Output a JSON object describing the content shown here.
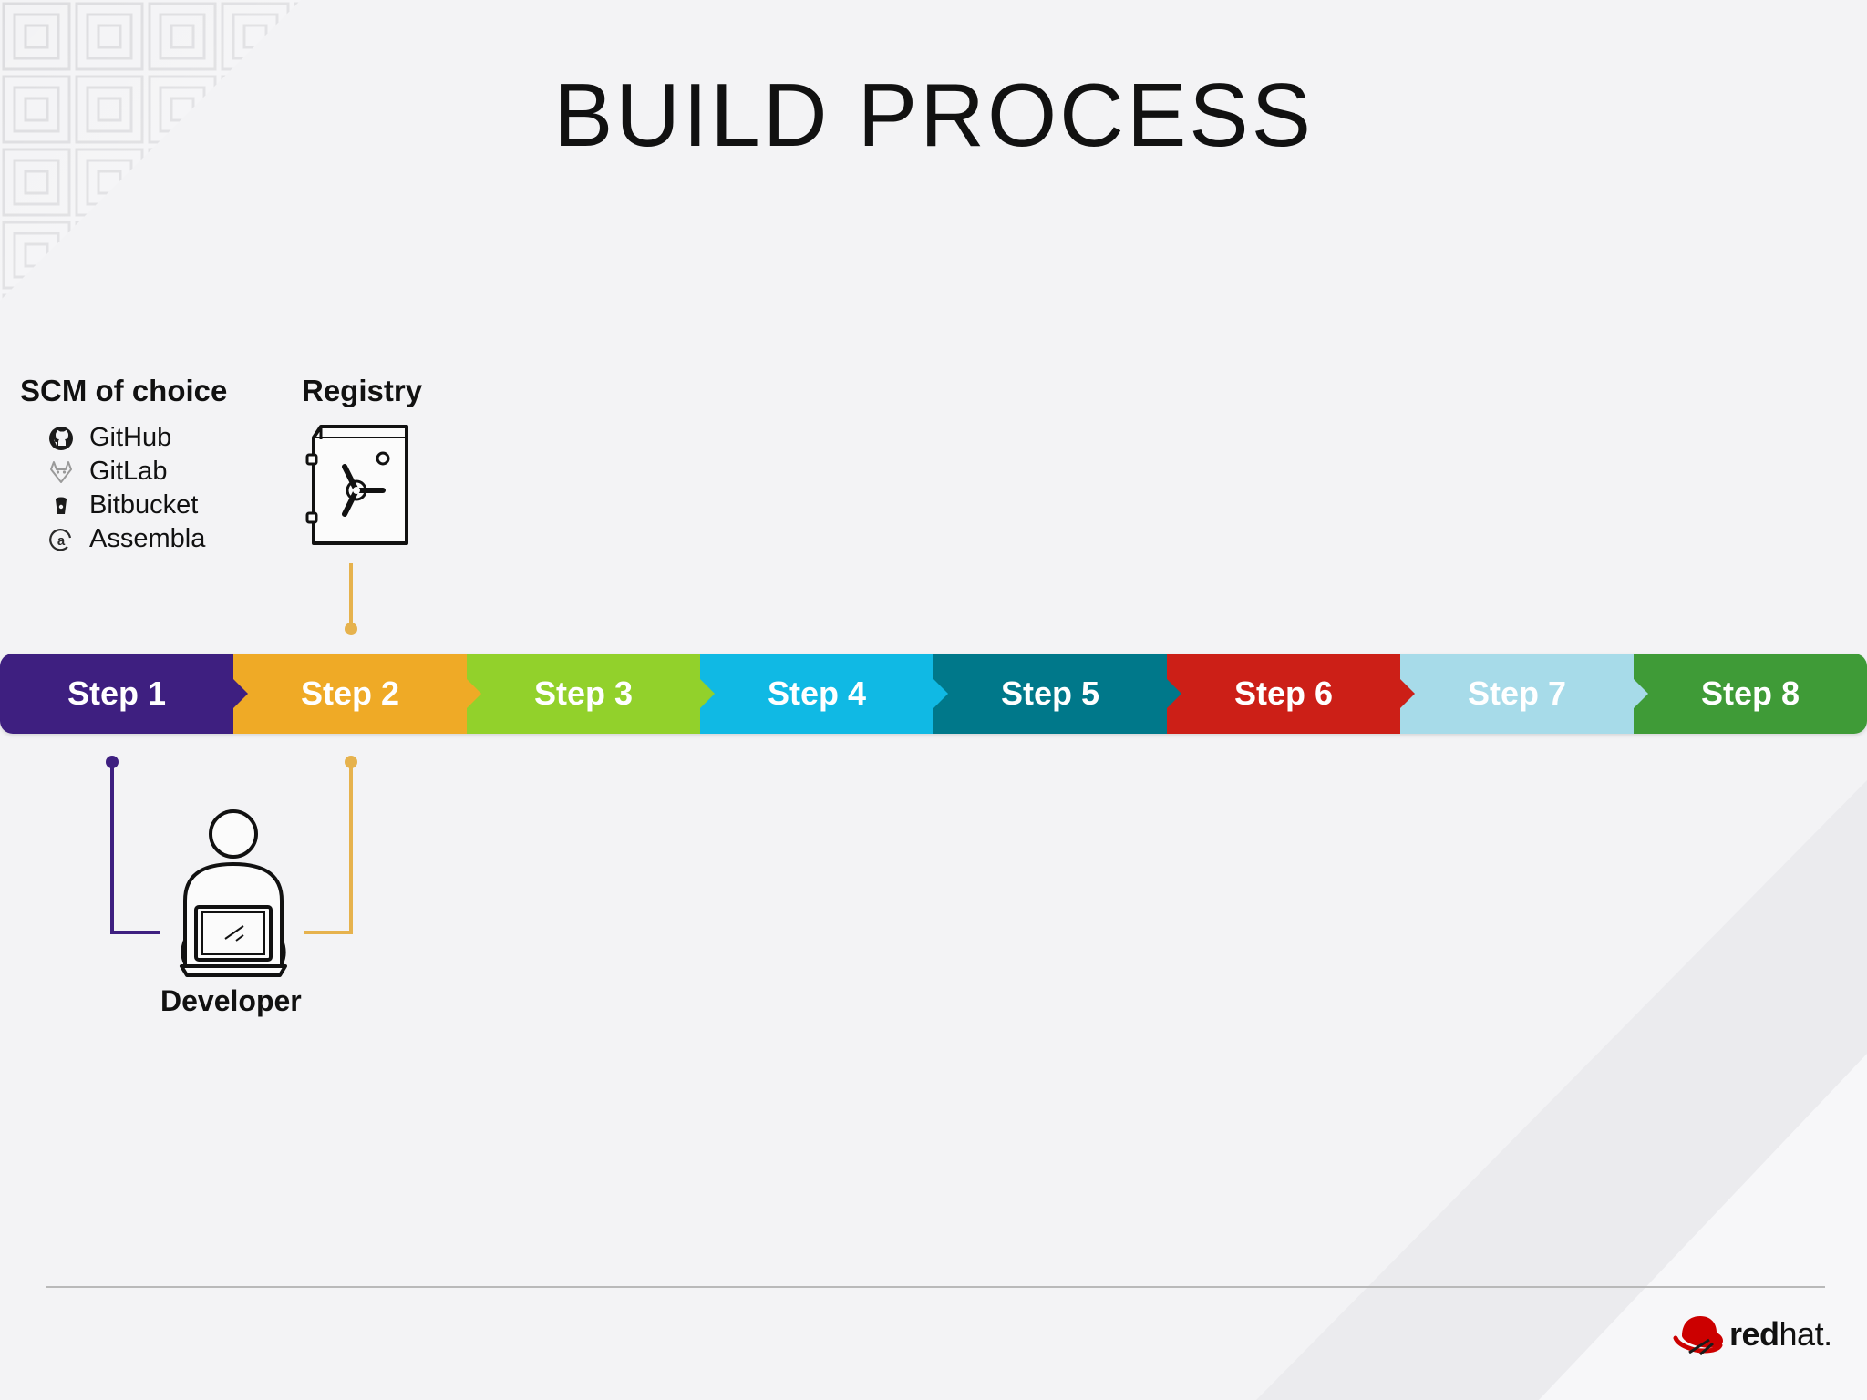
{
  "slide": {
    "title": "BUILD PROCESS"
  },
  "scm": {
    "title": "SCM of choice",
    "items": [
      {
        "label": "GitHub",
        "icon": "github-icon"
      },
      {
        "label": "GitLab",
        "icon": "gitlab-icon"
      },
      {
        "label": "Bitbucket",
        "icon": "bitbucket-icon"
      },
      {
        "label": "Assembla",
        "icon": "assembla-icon"
      }
    ]
  },
  "registry": {
    "label": "Registry",
    "icon": "safe-icon"
  },
  "steps": [
    {
      "label": "Step 1",
      "color": "#3e1f80",
      "text_color": "#ffffff"
    },
    {
      "label": "Step 2",
      "color": "#efaa26",
      "text_color": "#ffffff"
    },
    {
      "label": "Step 3",
      "color": "#92d12b",
      "text_color": "#ffffff"
    },
    {
      "label": "Step 4",
      "color": "#10b9e4",
      "text_color": "#ffffff"
    },
    {
      "label": "Step 5",
      "color": "#00788a",
      "text_color": "#ffffff"
    },
    {
      "label": "Step 6",
      "color": "#cc1f17",
      "text_color": "#ffffff"
    },
    {
      "label": "Step 7",
      "color": "#a7dbe9",
      "text_color": "#ffffff"
    },
    {
      "label": "Step 8",
      "color": "#3f9b37",
      "text_color": "#ffffff"
    }
  ],
  "developer": {
    "label": "Developer",
    "icon": "developer-laptop-icon"
  },
  "brand": {
    "logo_text_bold": "red",
    "logo_text_light": "hat.",
    "logo_icon": "redhat-icon",
    "logo_color": "#cc0000"
  }
}
